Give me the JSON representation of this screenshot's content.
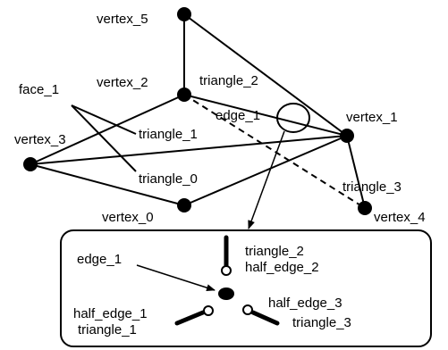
{
  "diagram": {
    "vertices": {
      "v0": "vertex_0",
      "v1": "vertex_1",
      "v2": "vertex_2",
      "v3": "vertex_3",
      "v4": "vertex_4",
      "v5": "vertex_5"
    },
    "faces": {
      "face1": "face_1"
    },
    "triangles": {
      "t0": "triangle_0",
      "t1": "triangle_1",
      "t2": "triangle_2",
      "t3": "triangle_3"
    },
    "edges": {
      "e1": "edge_1"
    },
    "detail": {
      "edge": "edge_1",
      "he1": "half_edge_1",
      "he2": "half_edge_2",
      "he3": "half_edge_3",
      "t1": "triangle_1",
      "t2": "triangle_2",
      "t3": "triangle_3"
    }
  }
}
